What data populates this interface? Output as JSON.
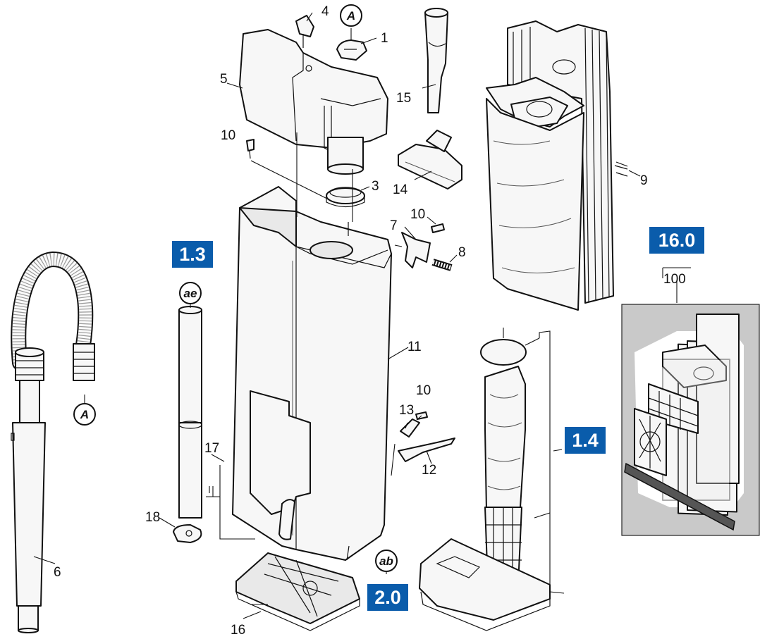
{
  "part_numbers": {
    "p1": "1",
    "p3": "3",
    "p4": "4",
    "p5": "5",
    "p6": "6",
    "p7": "7",
    "p8": "8",
    "p9": "9",
    "p10a": "10",
    "p10b": "10",
    "p10c": "10",
    "p11": "11",
    "p12": "12",
    "p13": "13",
    "p14": "14",
    "p15": "15",
    "p16": "16",
    "p17": "17",
    "p18": "18",
    "p100": "100"
  },
  "reference_boxes": {
    "r13": "1.3",
    "r14": "1.4",
    "r20": "2.0",
    "r160": "16.0"
  },
  "circle_markers": {
    "a_top": "A",
    "a_hose": "A",
    "ae": "ae",
    "ab": "ab"
  },
  "colors": {
    "reference_box": "#0a5cab",
    "kit_panel": "#c9c9c9",
    "line": "#111111"
  }
}
